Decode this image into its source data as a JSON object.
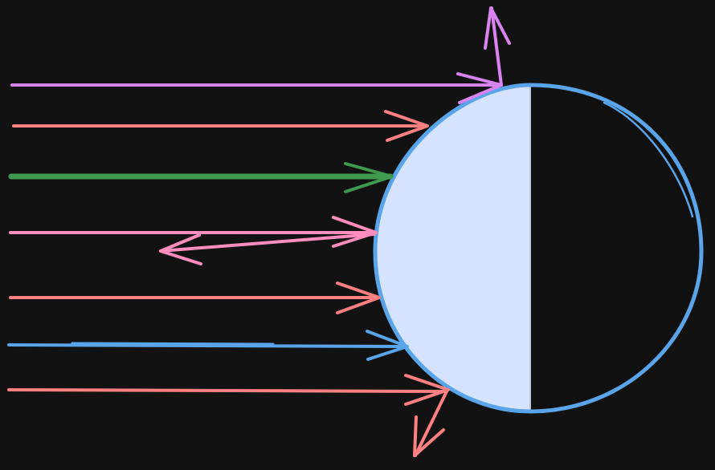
{
  "colors": {
    "background": "#121212",
    "sphere_lit": "#d5e3ff",
    "sphere_dark": "#101010",
    "sphere_outline": "#5aa4ea",
    "ray_violet": "#d983f0",
    "ray_salmon": "#ff8080",
    "ray_green": "#3d9a4f",
    "ray_pink": "#ff8dbe",
    "ray_blue": "#5aa4ea"
  },
  "diagram": {
    "sphere": "sphere",
    "lit_half": "lit-hemisphere",
    "dark_half": "dark-hemisphere",
    "incoming_rays": [
      {
        "color_key": "ray_violet",
        "reflection": "up"
      },
      {
        "color_key": "ray_salmon",
        "reflection": "none"
      },
      {
        "color_key": "ray_green",
        "reflection": "none"
      },
      {
        "color_key": "ray_pink",
        "reflection": "back"
      },
      {
        "color_key": "ray_salmon",
        "reflection": "none"
      },
      {
        "color_key": "ray_blue",
        "reflection": "none"
      },
      {
        "color_key": "ray_salmon",
        "reflection": "down"
      }
    ]
  }
}
